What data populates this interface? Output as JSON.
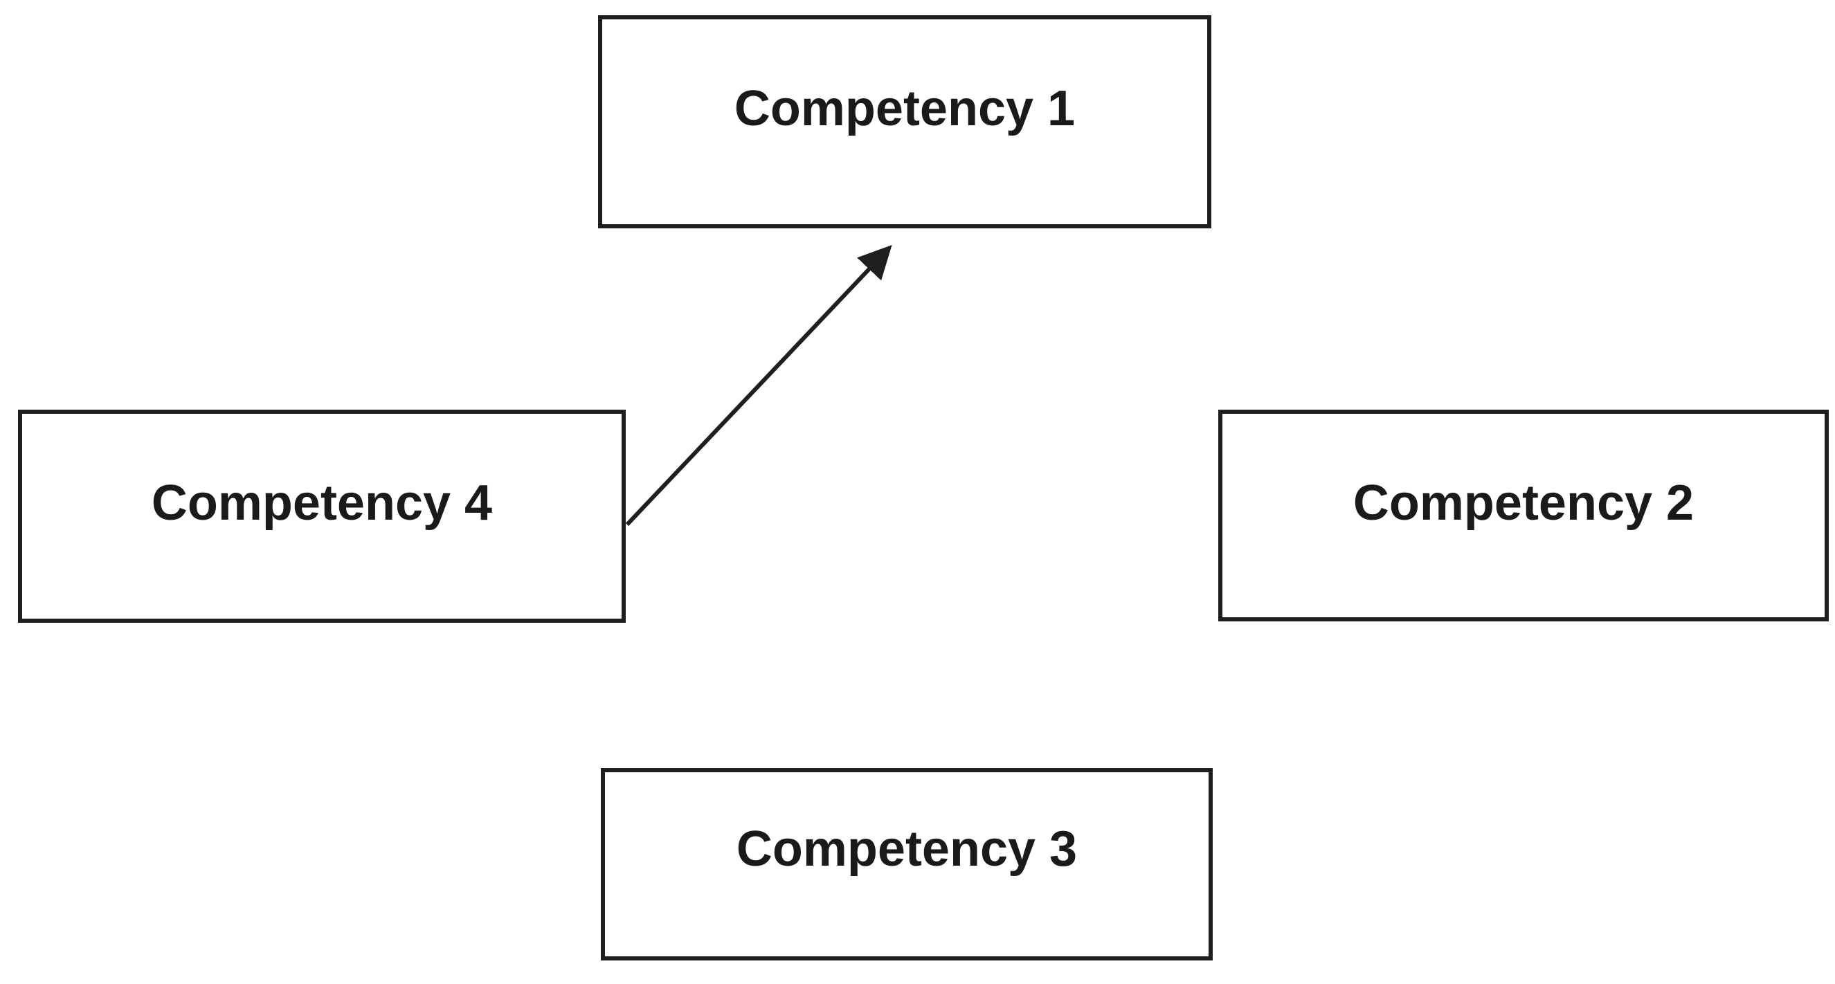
{
  "diagram": {
    "background_color": "#ffffff",
    "border_color": "#1f1f1f",
    "text_color": "#1a1a1a",
    "nodes": [
      {
        "id": "competency-1",
        "label": "Competency 1",
        "position": "top-center"
      },
      {
        "id": "competency-2",
        "label": "Competency 2",
        "position": "middle-right"
      },
      {
        "id": "competency-3",
        "label": "Competency 3",
        "position": "bottom-center"
      },
      {
        "id": "competency-4",
        "label": "Competency 4",
        "position": "middle-left"
      }
    ],
    "edges": [
      {
        "from": "competency-4",
        "to": "competency-1",
        "style": "solid",
        "arrowhead": "filled-triangle",
        "direction": "up-right"
      }
    ]
  }
}
